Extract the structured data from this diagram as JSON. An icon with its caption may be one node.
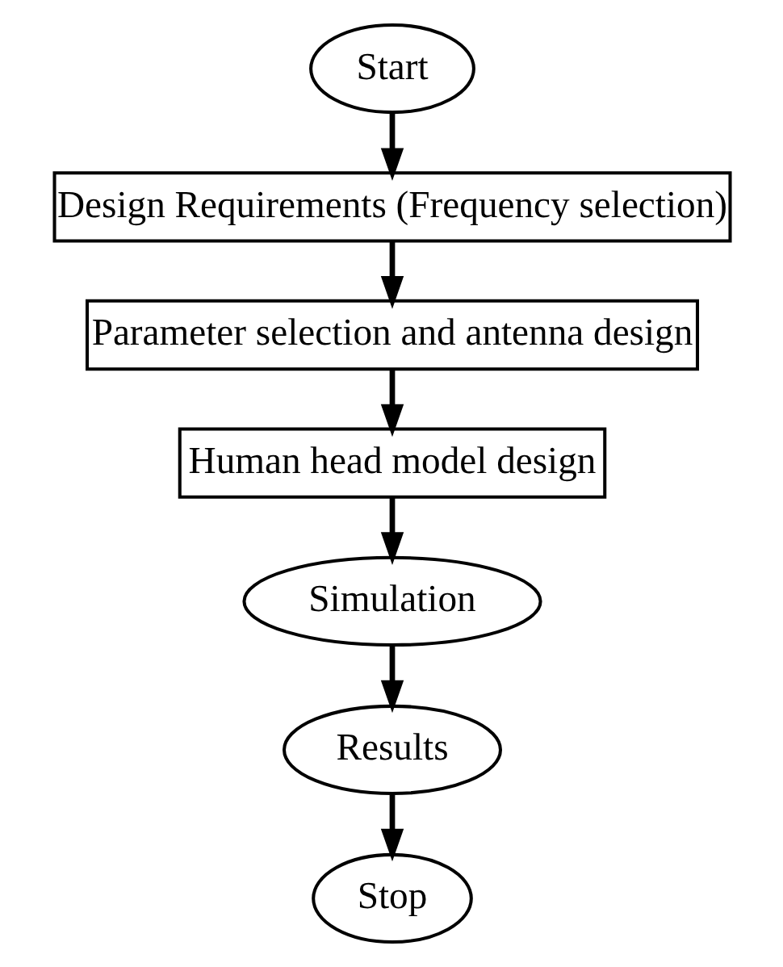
{
  "diagram": {
    "nodes": [
      {
        "text": [
          "Start"
        ]
      },
      {
        "text": [
          "Design Requirements (Frequency selection)"
        ]
      },
      {
        "text": [
          "Parameter selection and antenna design"
        ]
      },
      {
        "text": [
          "Human head model design"
        ]
      },
      {
        "text": [
          "Simulation"
        ]
      },
      {
        "text": [
          "Results"
        ]
      },
      {
        "text": [
          "Stop"
        ]
      }
    ],
    "edges": [
      {
        "from": 0,
        "to": 1,
        "arrow": "to"
      },
      {
        "from": 1,
        "to": 2,
        "arrow": "to"
      },
      {
        "from": 2,
        "to": 3,
        "arrow": "to"
      },
      {
        "from": 3,
        "to": 4,
        "arrow": "to"
      },
      {
        "from": 4,
        "to": 5,
        "arrow": "to"
      },
      {
        "from": 5,
        "to": 6,
        "arrow": "to"
      }
    ]
  }
}
